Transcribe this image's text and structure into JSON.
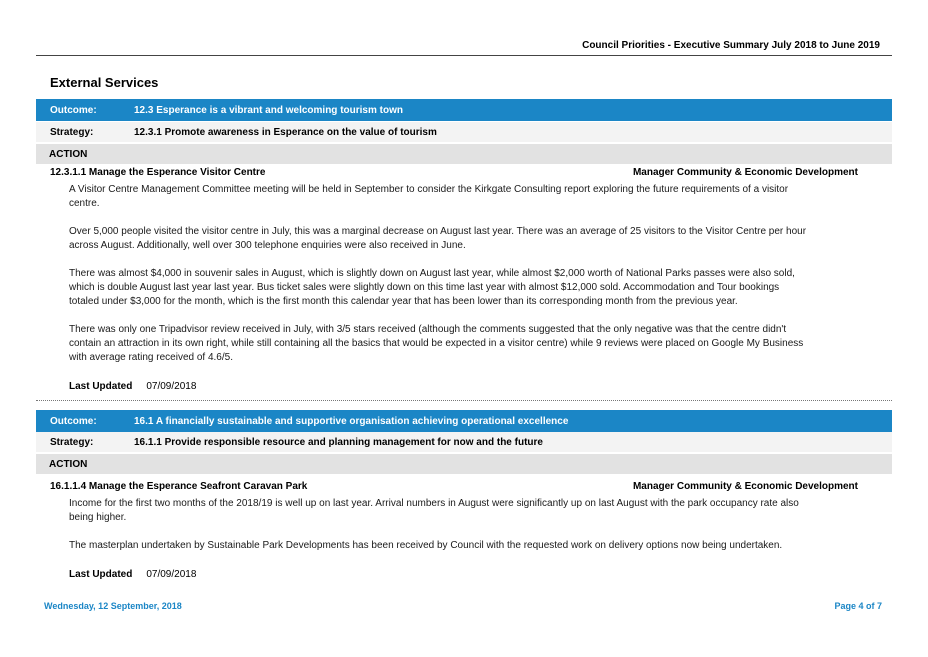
{
  "header": {
    "title": "Council Priorities - Executive Summary  July 2018 to June 2019"
  },
  "section": {
    "heading": "External Services"
  },
  "blocks": [
    {
      "outcome_label": "Outcome:",
      "outcome_text": "12.3  Esperance is a vibrant and welcoming tourism town",
      "strategy_label": "Strategy:",
      "strategy_text": "12.3.1  Promote awareness in Esperance on the value of tourism",
      "action_label": "ACTION",
      "action_title": "12.3.1.1  Manage the Esperance Visitor Centre",
      "responsible": "Manager Community & Economic Development",
      "paragraphs": [
        "A Visitor Centre Management Committee meeting will be held in September to consider the Kirkgate Consulting report exploring the future requirements of a visitor centre.",
        "Over 5,000 people visited the visitor centre in July, this was a marginal decrease on August last year. There was an average of 25 visitors to the Visitor Centre per hour across August. Additionally, well over 300 telephone enquiries were also  received in June.",
        "There was almost $4,000 in souvenir sales in August, which is slightly down on August last year, while  almost $2,000 worth of National Parks passes were also sold, which is double August last year last year. Bus ticket sales were slightly down on this time last year with almost $12,000 sold. Accommodation and Tour bookings totaled under $3,000 for the month, which is the first month this calendar year that has been lower than its corresponding month from the previous year.",
        "There was only one Tripadvisor review received in July, with 3/5 stars received (although the comments suggested that the only negative was that the centre didn't contain an attraction in its own right, while still containing all the basics that would be expected in a visitor centre) while 9 reviews were placed on Google My Business with average rating received of 4.6/5."
      ],
      "last_updated_label": "Last Updated",
      "last_updated_value": "07/09/2018"
    },
    {
      "outcome_label": "Outcome:",
      "outcome_text": "16.1  A financially sustainable and supportive organisation achieving operational excellence",
      "strategy_label": "Strategy:",
      "strategy_text": "16.1.1  Provide responsible resource and planning management for now and the future",
      "action_label": "ACTION",
      "action_title": "16.1.1.4  Manage the Esperance Seafront Caravan Park",
      "responsible": "Manager Community & Economic Development",
      "paragraphs": [
        "Income for the first two months of the 2018/19 is well up on last year. Arrival numbers in August were significantly up on last August with the park occupancy rate also being higher.",
        "The masterplan undertaken by Sustainable Park Developments has been received by Council with the requested work on delivery options now being undertaken."
      ],
      "last_updated_label": "Last Updated",
      "last_updated_value": "07/09/2018"
    }
  ],
  "footer": {
    "date": "Wednesday, 12 September, 2018",
    "page": "Page 4 of 7"
  }
}
